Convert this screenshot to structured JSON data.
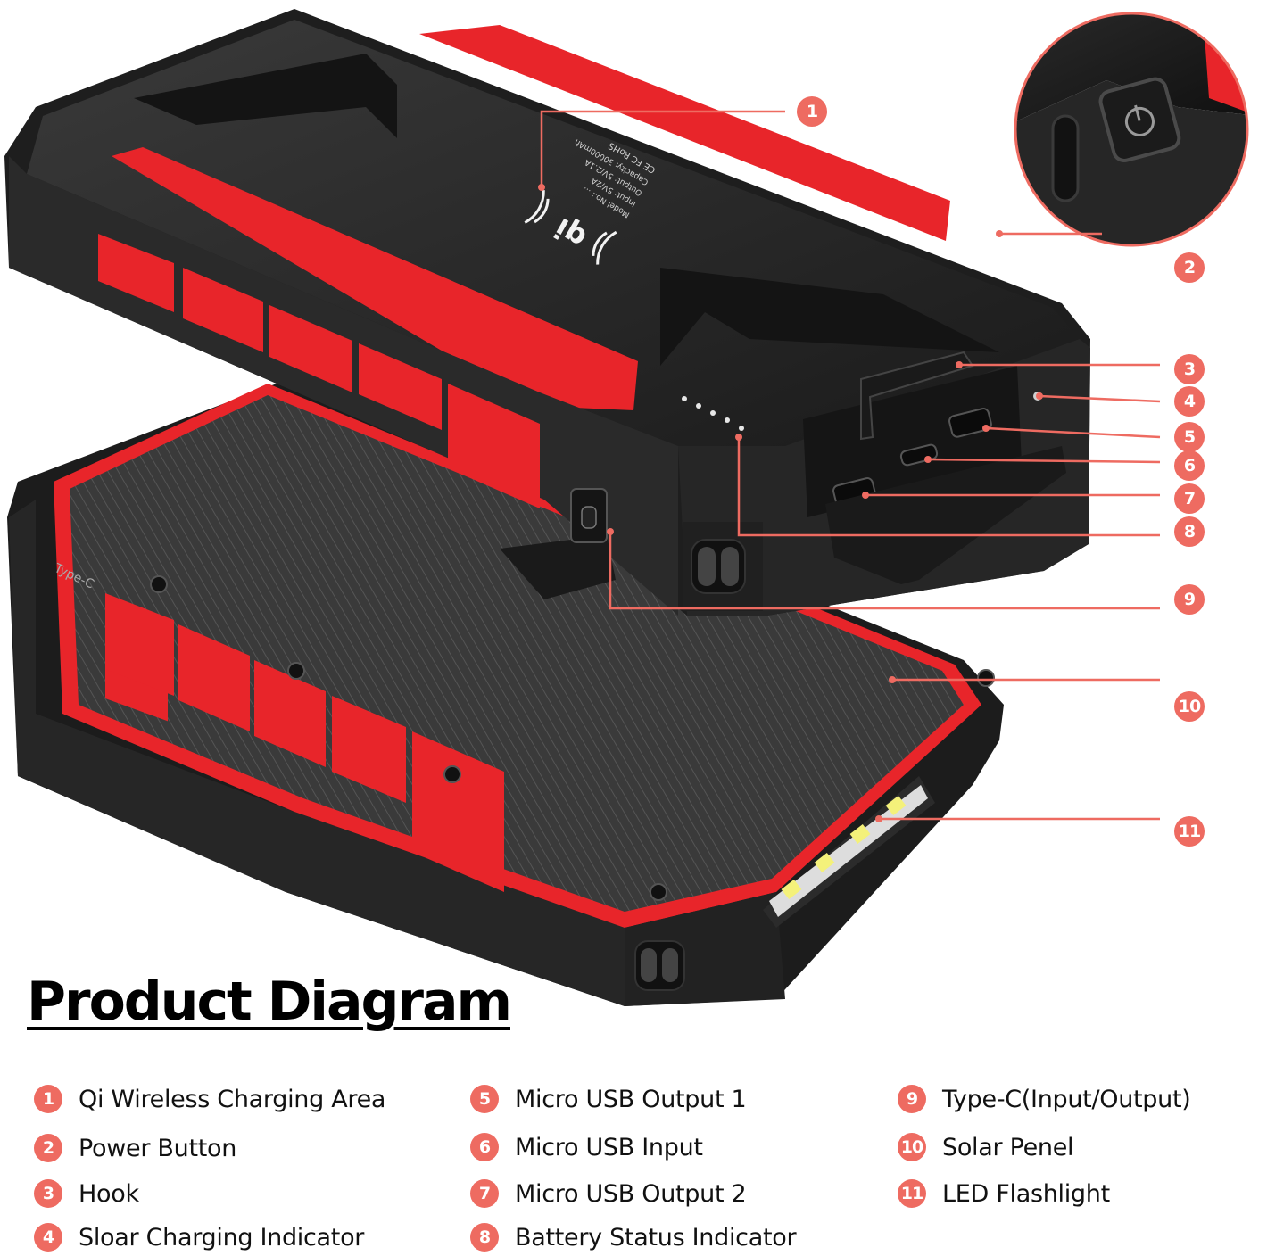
{
  "heading": "Product Diagram",
  "colors": {
    "accent": "#ee6b61",
    "body": "#1c1c1c",
    "trim": "#e8252a"
  },
  "product": {
    "type_c_port_label": "Type-C",
    "cert_marks": "CE FC RoHS",
    "spec_text": [
      "Model No.: ...",
      "Input: 5V/2A",
      "Output: 5V/2.1A",
      "Capacity: 30000mAh"
    ]
  },
  "callouts": [
    "1",
    "2",
    "3",
    "4",
    "5",
    "6",
    "7",
    "8",
    "9",
    "10",
    "11"
  ],
  "legend": [
    {
      "num": "1",
      "label": "Qi Wireless Charging Area"
    },
    {
      "num": "2",
      "label": "Power Button"
    },
    {
      "num": "3",
      "label": "Hook"
    },
    {
      "num": "4",
      "label": "Sloar Charging Indicator"
    },
    {
      "num": "5",
      "label": "Micro USB Output 1"
    },
    {
      "num": "6",
      "label": "Micro USB Input"
    },
    {
      "num": "7",
      "label": "Micro USB Output 2"
    },
    {
      "num": "8",
      "label": "Battery Status Indicator"
    },
    {
      "num": "9",
      "label": "Type-C(Input/Output)"
    },
    {
      "num": "10",
      "label": "Solar Penel"
    },
    {
      "num": "11",
      "label": "LED Flashlight"
    }
  ]
}
